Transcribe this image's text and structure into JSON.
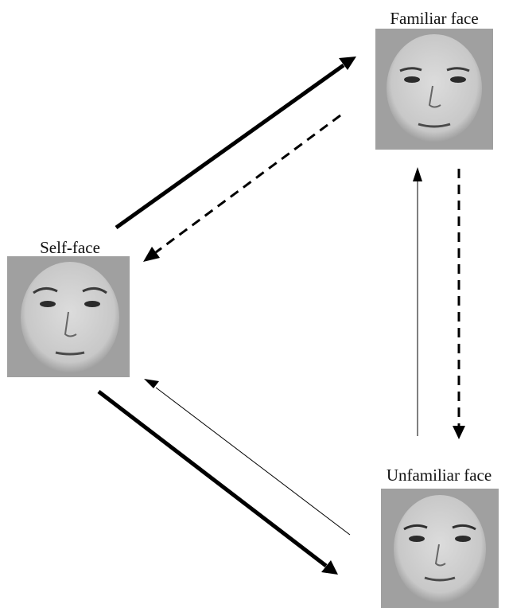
{
  "nodes": {
    "self": {
      "label": "Self-face"
    },
    "familiar": {
      "label": "Familiar face"
    },
    "unfamiliar": {
      "label": "Unfamiliar face"
    }
  },
  "colors": {
    "panel": "#a0a0a0",
    "face": "#d4d4d4",
    "arrow": "#000000",
    "background": "#ffffff"
  },
  "edges": [
    {
      "from": "self",
      "to": "familiar",
      "style": "thick-solid"
    },
    {
      "from": "familiar",
      "to": "self",
      "style": "dashed"
    },
    {
      "from": "self",
      "to": "unfamiliar",
      "style": "thick-solid"
    },
    {
      "from": "unfamiliar",
      "to": "self",
      "style": "thin-solid"
    },
    {
      "from": "unfamiliar",
      "to": "familiar",
      "style": "thin-solid"
    },
    {
      "from": "familiar",
      "to": "unfamiliar",
      "style": "dashed"
    }
  ]
}
